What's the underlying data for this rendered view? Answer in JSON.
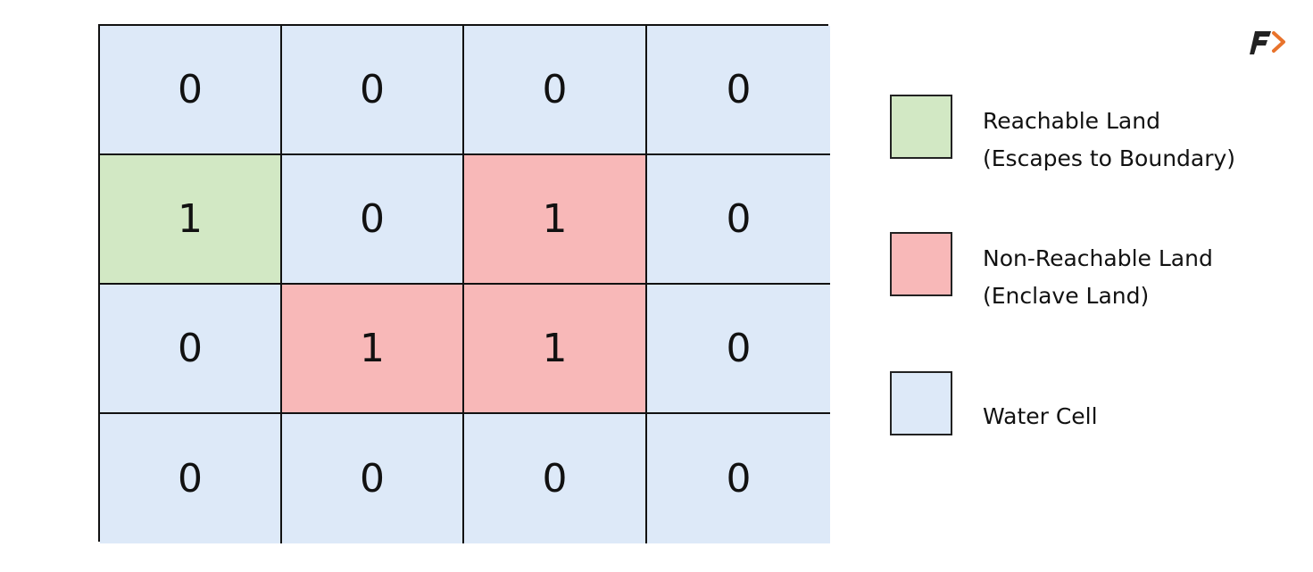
{
  "grid": {
    "rows": [
      [
        {
          "value": "0",
          "type": "water"
        },
        {
          "value": "0",
          "type": "water"
        },
        {
          "value": "0",
          "type": "water"
        },
        {
          "value": "0",
          "type": "water"
        }
      ],
      [
        {
          "value": "1",
          "type": "reachable"
        },
        {
          "value": "0",
          "type": "water"
        },
        {
          "value": "1",
          "type": "enclave"
        },
        {
          "value": "0",
          "type": "water"
        }
      ],
      [
        {
          "value": "0",
          "type": "water"
        },
        {
          "value": "1",
          "type": "enclave"
        },
        {
          "value": "1",
          "type": "enclave"
        },
        {
          "value": "0",
          "type": "water"
        }
      ],
      [
        {
          "value": "0",
          "type": "water"
        },
        {
          "value": "0",
          "type": "water"
        },
        {
          "value": "0",
          "type": "water"
        },
        {
          "value": "0",
          "type": "water"
        }
      ]
    ]
  },
  "colors": {
    "water": "#dde9f8",
    "reachable": "#d2e8c4",
    "enclave": "#f8b8b8",
    "logo_dark": "#222222",
    "logo_accent": "#e8732c"
  },
  "legend": {
    "items": [
      {
        "type": "reachable",
        "line1": "Reachable Land",
        "line2": "(Escapes to Boundary)"
      },
      {
        "type": "enclave",
        "line1": "Non-Reachable Land",
        "line2": "(Enclave Land)"
      },
      {
        "type": "water",
        "line1": "Water Cell",
        "line2": ""
      }
    ]
  },
  "logo": {
    "icon": "brand-logo-icon"
  }
}
